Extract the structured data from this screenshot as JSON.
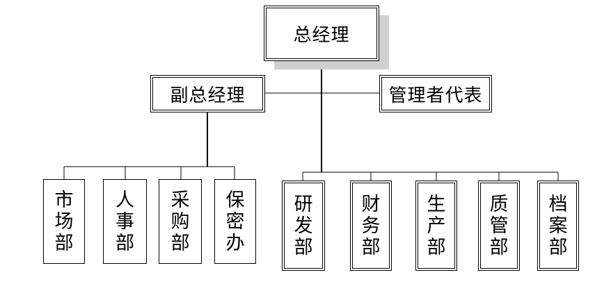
{
  "top": {
    "label": "总经理"
  },
  "deputy": {
    "label": "副总经理"
  },
  "rep": {
    "label": "管理者代表"
  },
  "left_depts": [
    {
      "label": "市场部"
    },
    {
      "label": "人事部"
    },
    {
      "label": "采购部"
    },
    {
      "label": "保密办"
    }
  ],
  "right_depts": [
    {
      "label": "研发部"
    },
    {
      "label": "财务部"
    },
    {
      "label": "生产部"
    },
    {
      "label": "质管部"
    },
    {
      "label": "档案部"
    }
  ]
}
